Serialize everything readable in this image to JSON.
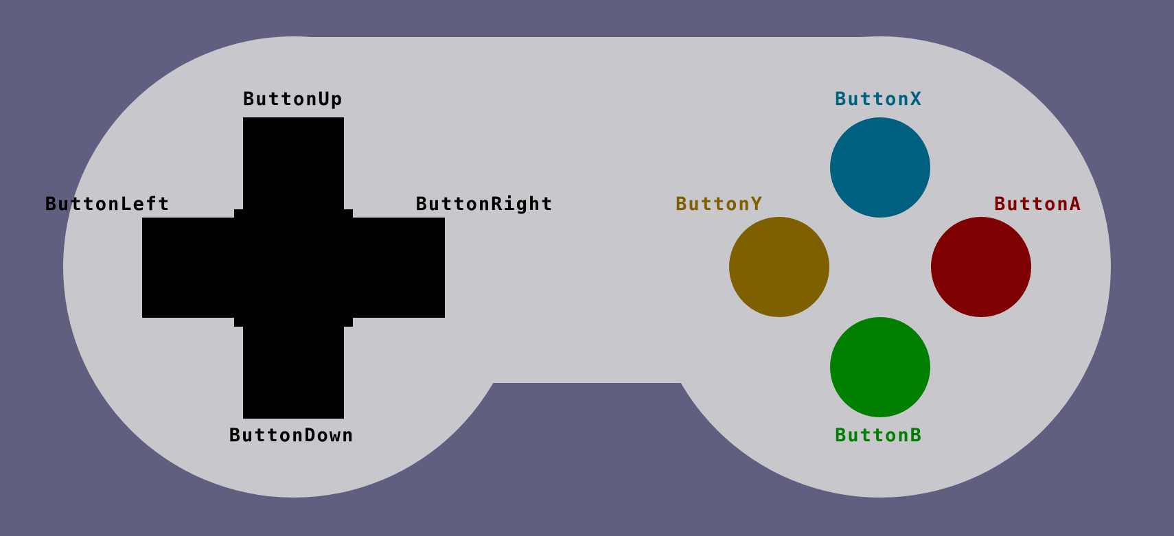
{
  "colors": {
    "background": "#615f7f",
    "controller_body": "#c8c7cc",
    "dpad": "#000000",
    "button_x": "#00607f",
    "button_y": "#7f6000",
    "button_a": "#7f0000",
    "button_b": "#007f00"
  },
  "dpad": {
    "up_label": "ButtonUp",
    "down_label": "ButtonDown",
    "left_label": "ButtonLeft",
    "right_label": "ButtonRight"
  },
  "face_buttons": {
    "x_label": "ButtonX",
    "y_label": "ButtonY",
    "a_label": "ButtonA",
    "b_label": "ButtonB"
  }
}
